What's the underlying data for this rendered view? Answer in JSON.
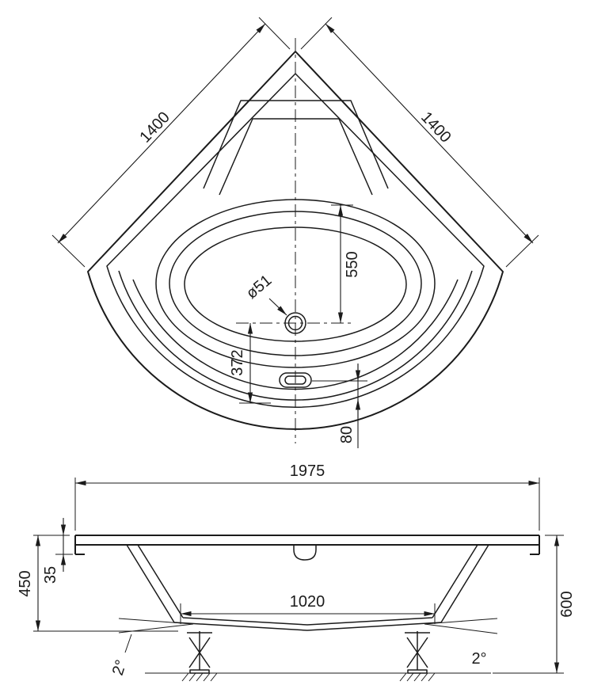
{
  "style": {
    "background": "#ffffff",
    "line_color": "#1b1b1b"
  },
  "top_view": {
    "dims": {
      "left_edge": "1400",
      "right_edge": "1400",
      "basin_to_drain": "550",
      "drain_diameter": "ø51",
      "drain_to_front": "372",
      "overflow_to_front": "80"
    }
  },
  "side_view": {
    "dims": {
      "overall_length": "1975",
      "height_without_feet": "450",
      "rim_height": "35",
      "base_length": "1020",
      "height_overall": "600",
      "floor_slope_left": "2°",
      "floor_slope_right": "2°"
    }
  }
}
